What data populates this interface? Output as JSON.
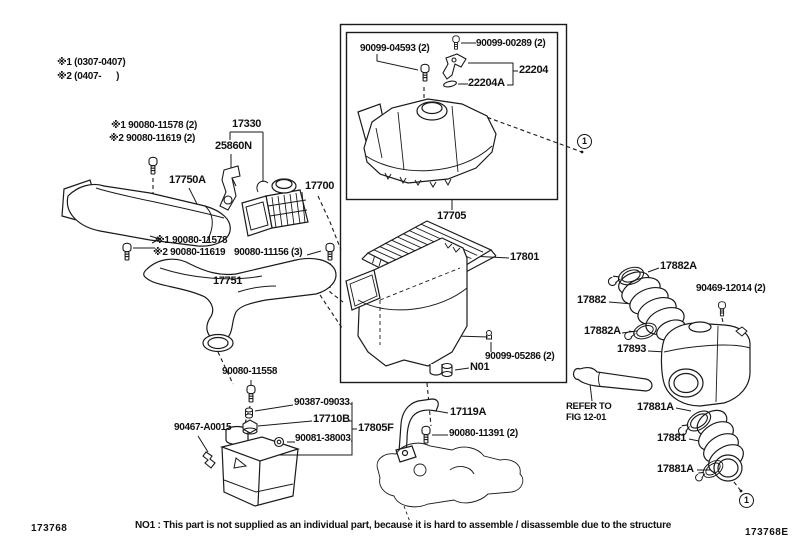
{
  "figure": {
    "code_bottom_left": "173768",
    "code_bottom_right": "173768E",
    "note": "NO1 : This part is not supplied as an individual part, because it is hard to assemble / disassemble due to the structure"
  },
  "legend": {
    "line1": "※1 (0307-0407)",
    "line2": "※2 (0407-      )"
  },
  "callout": {
    "symbol": "1"
  },
  "labels": {
    "b11578a": "※1 90080-11578 (2)",
    "b11619a": "※2 90080-11619 (2)",
    "p17330": "17330",
    "p25860N": "25860N",
    "p17750A": "17750A",
    "p17700": "17700",
    "b11578b": "※1 90080-11578",
    "b11619b": "※2 90080-11619",
    "b11156": "90080-11156 (3)",
    "p17751": "17751",
    "b11558": "90080-11558",
    "b90467": "90467-A0015",
    "b90387": "90387-09033",
    "p17710B": "17710B",
    "b90081": "90081-38003",
    "p17805F": "17805F",
    "p17119A": "17119A",
    "b11391": "90080-11391 (2)",
    "b04593": "90099-04593 (2)",
    "b00289": "90099-00289 (2)",
    "p22204": "22204",
    "p22204A": "22204A",
    "p17705": "17705",
    "p17801": "17801",
    "b05286": "90099-05286 (2)",
    "pN01": "N01",
    "p17882A_1": "17882A",
    "b90469": "90469-12014 (2)",
    "p17882": "17882",
    "p17882A_2": "17882A",
    "p17893": "17893",
    "refer1": "REFER TO",
    "refer2": "FIG 12-01",
    "p17881A_1": "17881A",
    "p17881": "17881",
    "p17881A_2": "17881A"
  }
}
